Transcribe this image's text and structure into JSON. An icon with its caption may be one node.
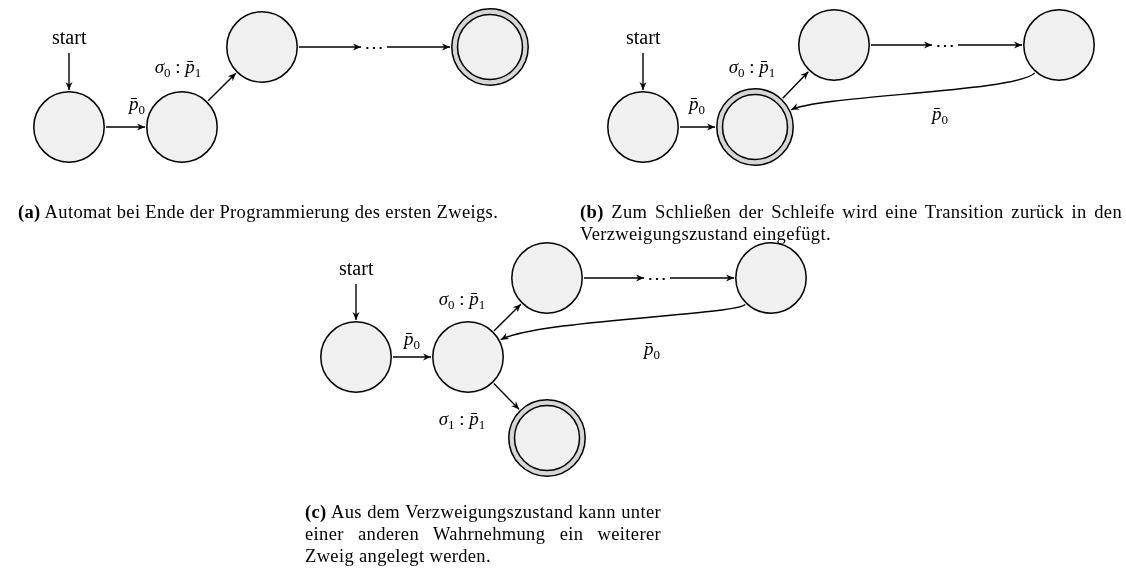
{
  "diagram": {
    "nodes": [
      {
        "text": [
          "start"
        ]
      },
      {
        "text": [],
        "shape": "circle"
      },
      {
        "text": [],
        "shape": "circle"
      },
      {
        "text": [],
        "shape": "circle"
      },
      {
        "text": [
          "⋯"
        ]
      },
      {
        "text": [],
        "shape": "double-circle"
      },
      {
        "text": [
          "start"
        ]
      },
      {
        "text": [],
        "shape": "circle"
      },
      {
        "text": [],
        "shape": "double-circle"
      },
      {
        "text": [],
        "shape": "circle"
      },
      {
        "text": [
          "⋯"
        ]
      },
      {
        "text": [],
        "shape": "circle"
      },
      {
        "text": [
          "start"
        ]
      },
      {
        "text": [],
        "shape": "circle"
      },
      {
        "text": [],
        "shape": "circle"
      },
      {
        "text": [],
        "shape": "circle"
      },
      {
        "text": [
          "⋯"
        ]
      },
      {
        "text": [],
        "shape": "circle"
      },
      {
        "text": [],
        "shape": "double-circle"
      }
    ],
    "edges": [
      {
        "from": 0,
        "to": 1,
        "arrow": "to"
      },
      {
        "from": 1,
        "to": 2,
        "arrow": "to",
        "label": "*p̄*$_{0}$"
      },
      {
        "from": 2,
        "to": 3,
        "arrow": "to",
        "label": "*σ*$_{0}$ : *p̄*$_{1}$"
      },
      {
        "from": 3,
        "to": 4,
        "arrow": "to"
      },
      {
        "from": 4,
        "to": 5,
        "arrow": "to"
      },
      {
        "from": 6,
        "to": 7,
        "arrow": "to"
      },
      {
        "from": 7,
        "to": 8,
        "arrow": "to",
        "label": "*p̄*$_{0}$"
      },
      {
        "from": 8,
        "to": 9,
        "arrow": "to",
        "label": "*σ*$_{0}$ : *p̄*$_{1}$"
      },
      {
        "from": 9,
        "to": 10,
        "arrow": "to"
      },
      {
        "from": 10,
        "to": 11,
        "arrow": "to"
      },
      {
        "from": 11,
        "to": 8,
        "arrow": "to",
        "label": "*p̄*$_{0}$"
      },
      {
        "from": 12,
        "to": 13,
        "arrow": "to"
      },
      {
        "from": 13,
        "to": 14,
        "arrow": "to",
        "label": "*p̄*$_{0}$"
      },
      {
        "from": 14,
        "to": 15,
        "arrow": "to",
        "label": "*σ*$_{0}$ : *p̄*$_{1}$"
      },
      {
        "from": 15,
        "to": 16,
        "arrow": "to"
      },
      {
        "from": 16,
        "to": 17,
        "arrow": "to"
      },
      {
        "from": 17,
        "to": 14,
        "arrow": "to",
        "label": "*p̄*$_{0}$"
      },
      {
        "from": 14,
        "to": 18,
        "arrow": "to",
        "label": "*σ*$_{1}$ : *p̄*$_{1}$"
      }
    ],
    "labels": [
      "**(a)** Automat bei Ende der Programmierung des ersten Zweigs.",
      "**(b)** Zum Schließen der Schleife wird eine Transition zurück in den Verzweigungszustand eingefügt.",
      "**(c)** Aus dem Verzweigungszustand kann unter einer anderen Wahrnehmung ein weiterer Zweig angelegt werden."
    ]
  }
}
